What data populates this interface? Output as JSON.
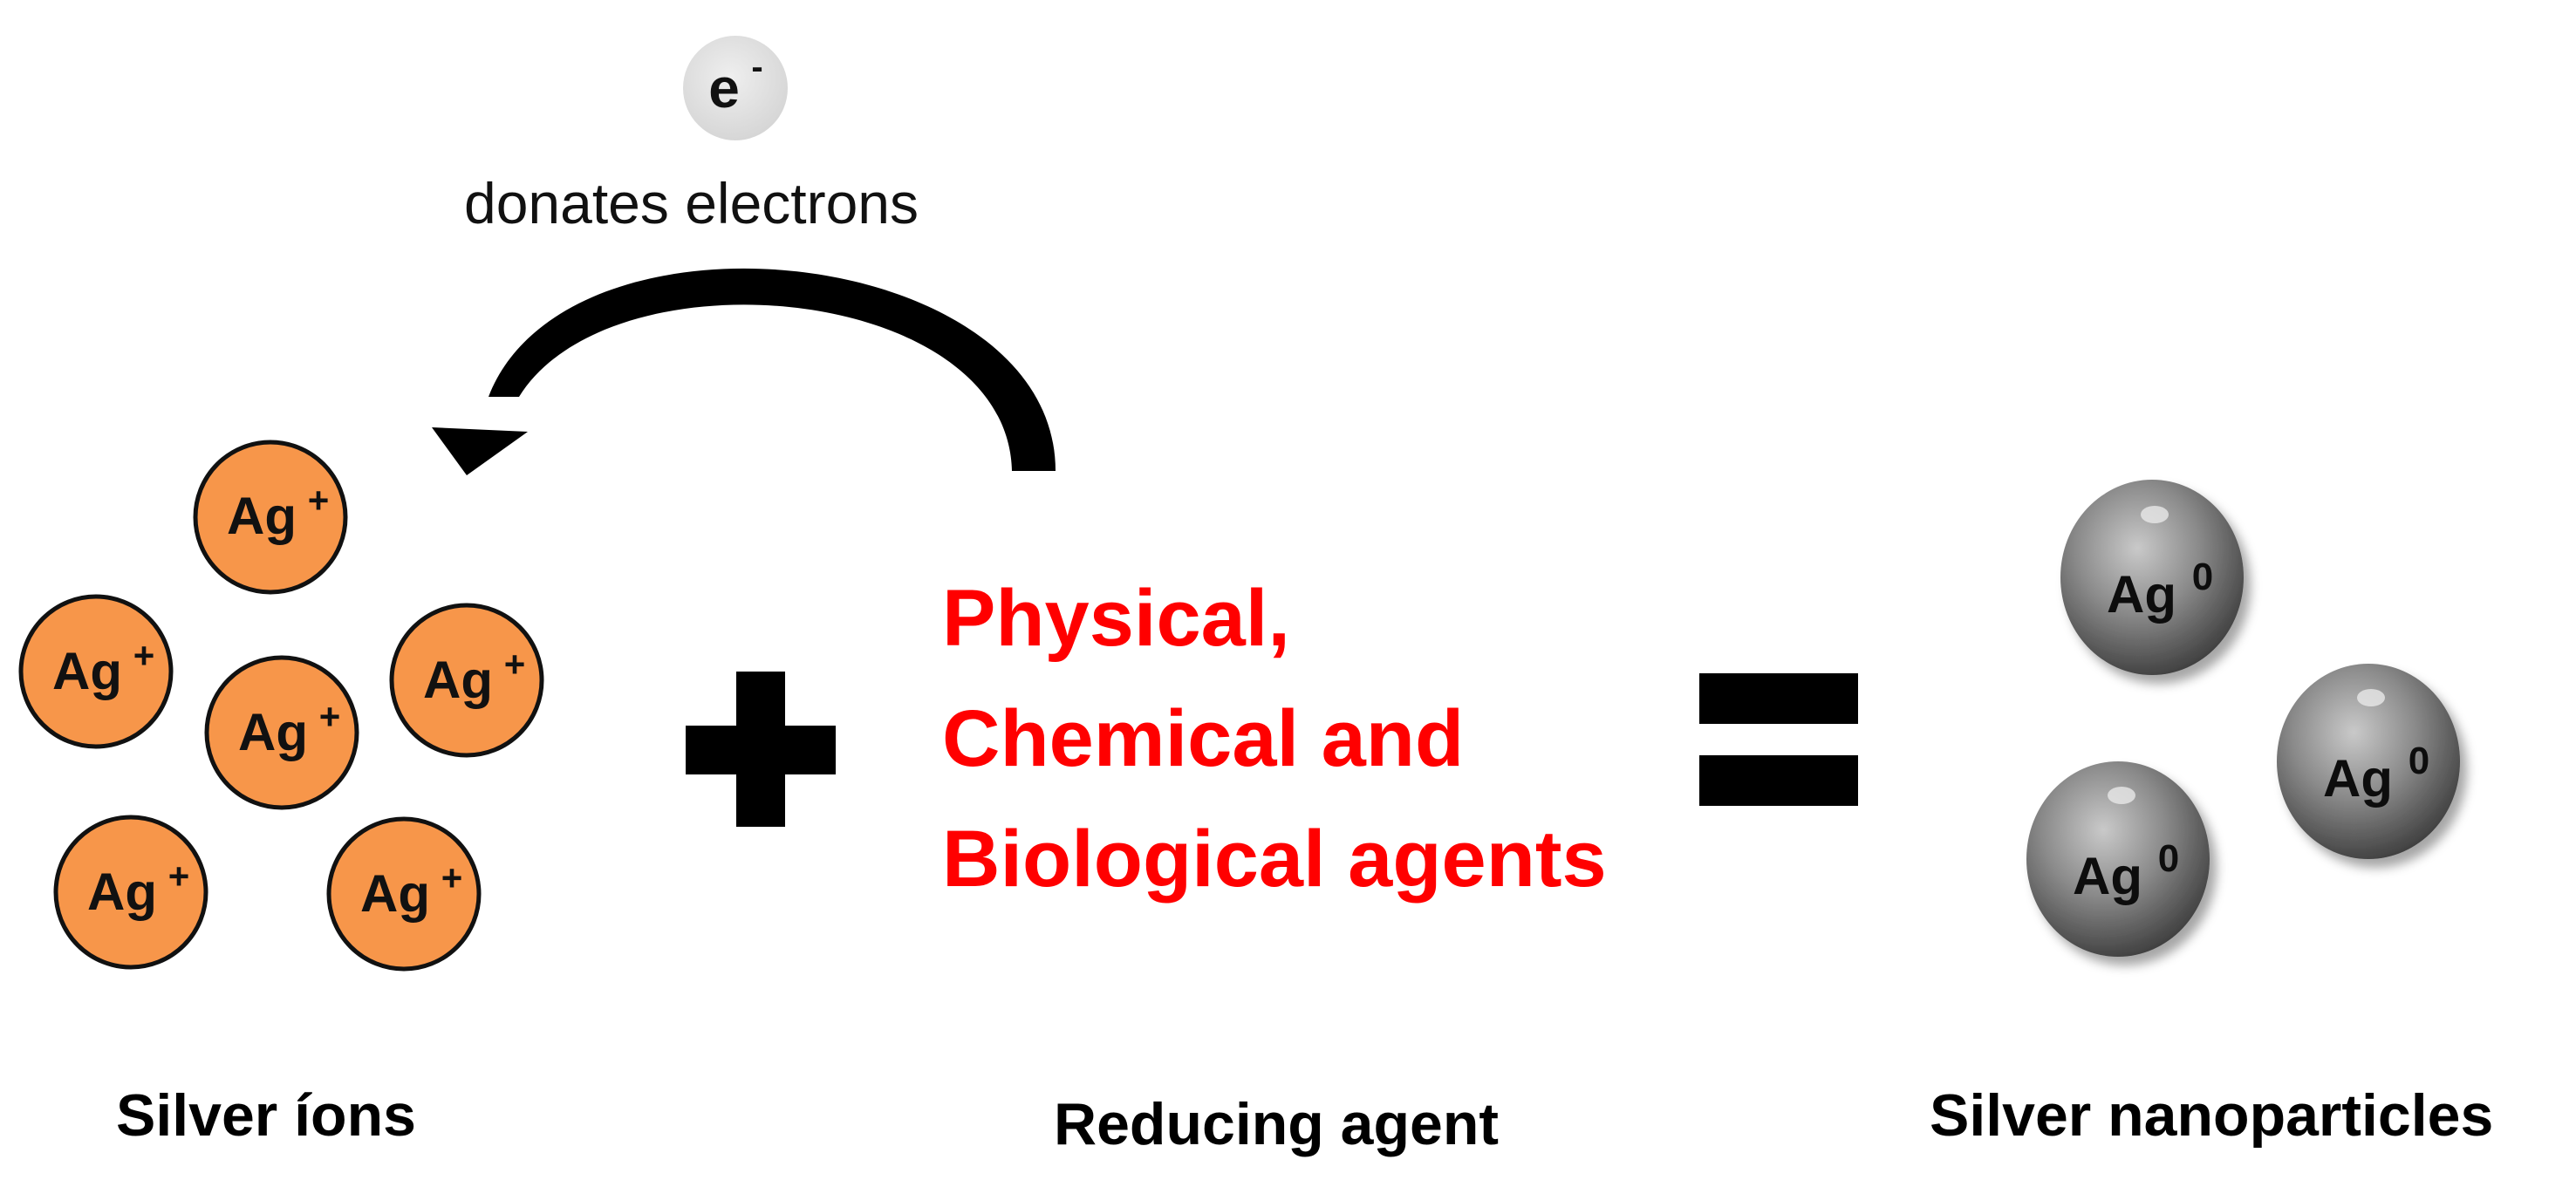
{
  "electron": {
    "symbol": "e",
    "charge": "-"
  },
  "donates_label": "donates electrons",
  "silver_ions": {
    "element": "Ag",
    "charge": "+",
    "caption": "Silver íons",
    "fill_color": "#f7964a"
  },
  "reducing_agent": {
    "lines": [
      "Physical,",
      "Chemical and",
      "Biological agents"
    ],
    "caption": "Reducing agent",
    "color": "#ff0000"
  },
  "operators": {
    "plus": "+",
    "equals": "="
  },
  "silver_nanoparticles": {
    "element": "Ag",
    "charge": "0",
    "caption": "Silver nanoparticles",
    "fill_color": "#7f7f7f"
  }
}
